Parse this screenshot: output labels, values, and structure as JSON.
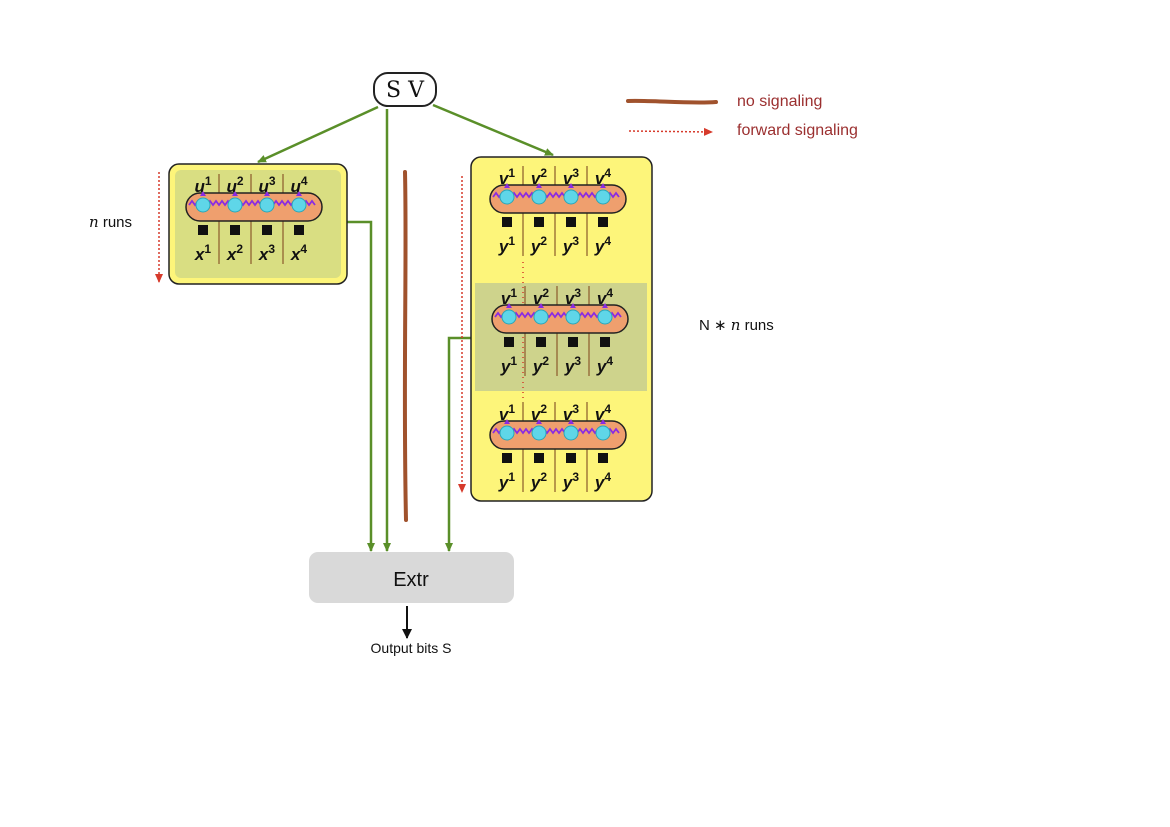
{
  "source_node": {
    "label": "S V"
  },
  "legend": {
    "no_signaling": {
      "label": "no signaling",
      "color": "#a0522d"
    },
    "forward_signaling": {
      "label": "forward signaling",
      "color": "#d63a2b"
    }
  },
  "left_device": {
    "runs_var": "n",
    "runs_word": "runs",
    "inputs": [
      "u",
      "u",
      "u",
      "u"
    ],
    "outputs": [
      "x",
      "x",
      "x",
      "x"
    ],
    "superscripts": [
      "1",
      "2",
      "3",
      "4"
    ]
  },
  "right_device": {
    "runs_prefix": "N ∗ ",
    "runs_var": "n",
    "runs_word": "runs",
    "inputs": [
      "v",
      "v",
      "v",
      "v"
    ],
    "outputs": [
      "y",
      "y",
      "y",
      "y"
    ],
    "superscripts": [
      "1",
      "2",
      "3",
      "4"
    ]
  },
  "extractor": {
    "label": "Extr"
  },
  "output": {
    "label": "Output bits S"
  },
  "colors": {
    "arrow_green": "#5a8f29",
    "device_yellow": "#fdf57a",
    "device_olive": "#d9de82",
    "tube_orange": "#ef9f6e",
    "qubit_cyan": "#5fd6e8",
    "spring_purple": "#8a2be2",
    "extractor_gray": "#d9d9d9",
    "legend_text": "#9b2f2f"
  }
}
